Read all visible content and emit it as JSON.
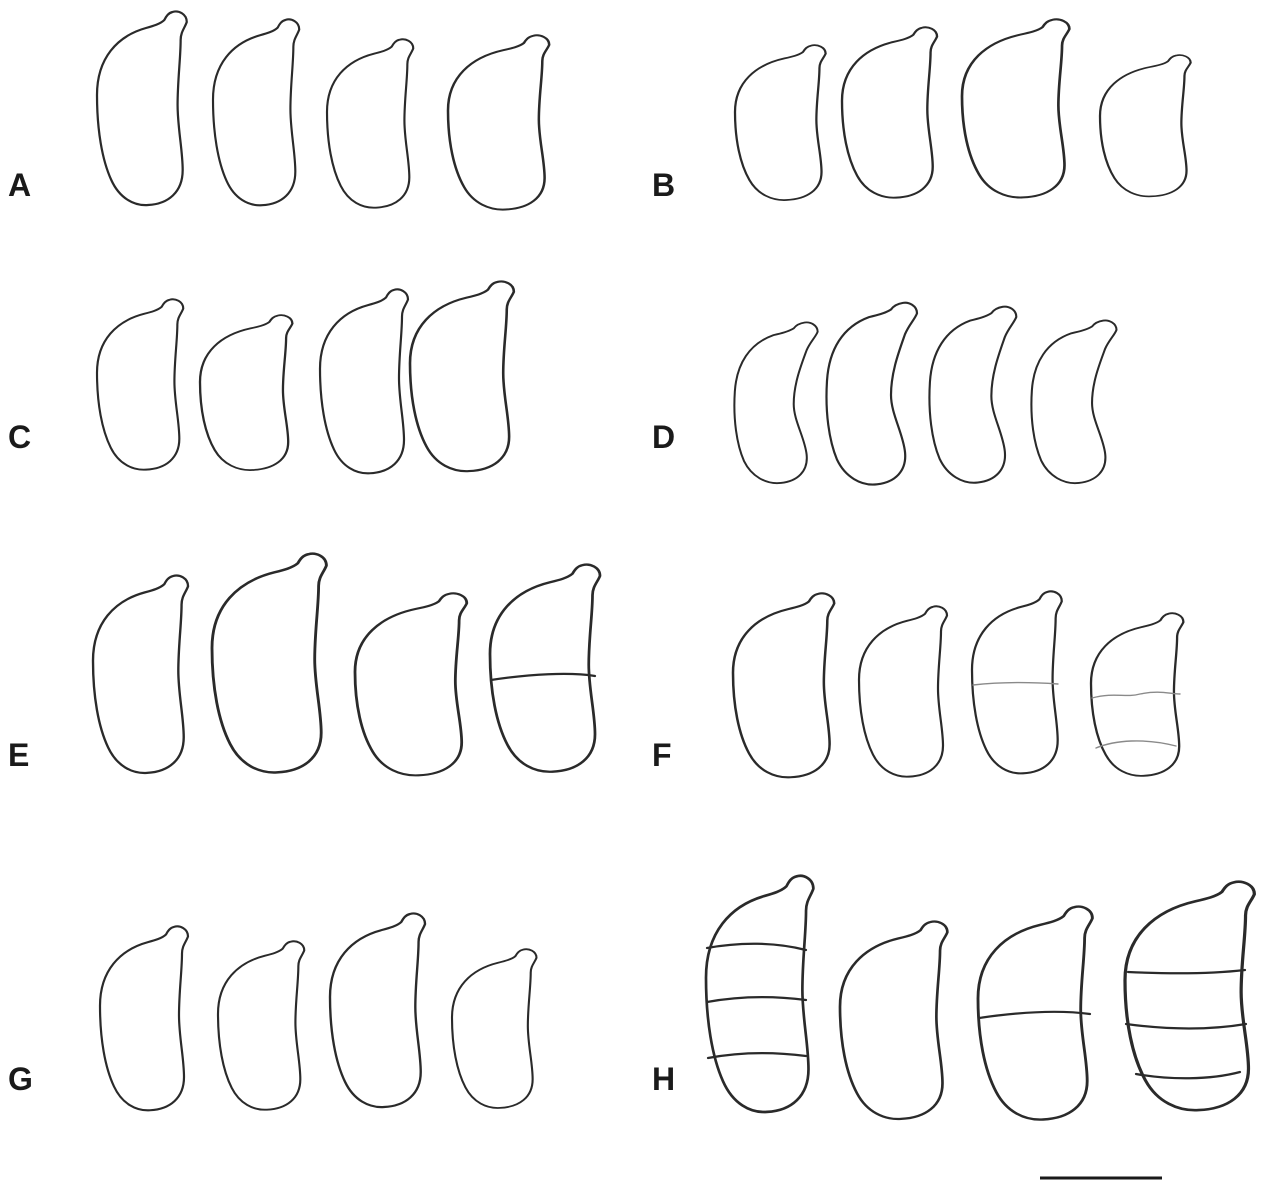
{
  "figure": {
    "panels": [
      {
        "label": "A"
      },
      {
        "label": "B"
      },
      {
        "label": "C"
      },
      {
        "label": "D"
      },
      {
        "label": "E"
      },
      {
        "label": "F"
      },
      {
        "label": "G"
      },
      {
        "label": "H"
      }
    ],
    "stroke_color": "#2a2a2a",
    "background_color": "#ffffff"
  }
}
